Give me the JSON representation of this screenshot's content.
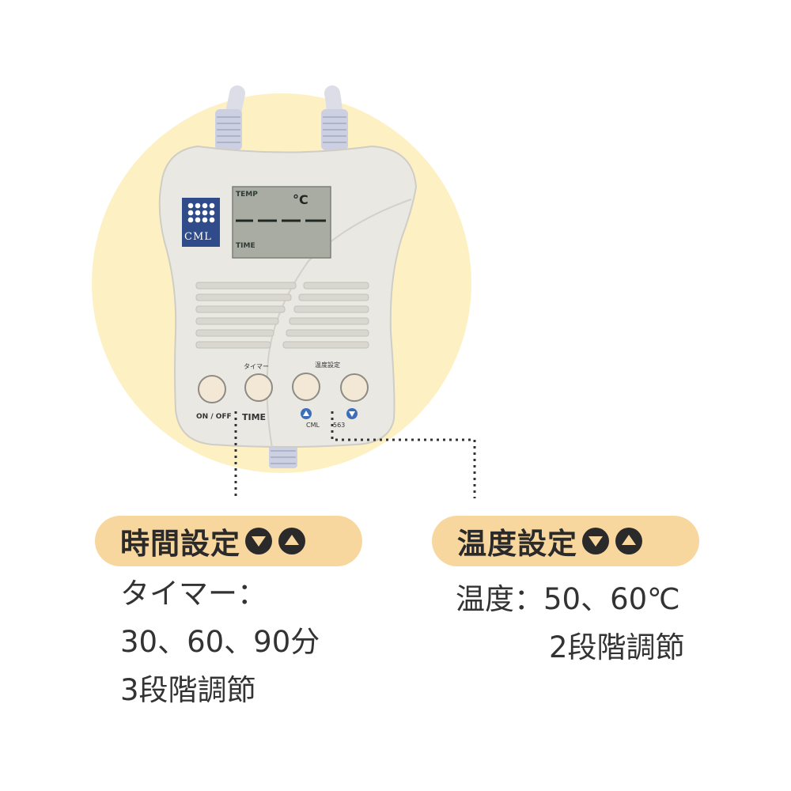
{
  "device": {
    "logo_text": "CML",
    "lcd_temp_label": "TEMP",
    "lcd_time_label": "TIME",
    "lcd_unit": "°C",
    "timer_label": "タイマー",
    "temp_label": "温度設定",
    "on_off_label": "ON / OFF",
    "time_label": "TIME",
    "model_brand": "CML",
    "model_number": "563",
    "colors": {
      "body": "#e9e8e2",
      "logo": "#2f4b8a",
      "lcd": "#a9aca2"
    }
  },
  "callouts": {
    "time_setting": {
      "title": "時間設定",
      "lines": [
        "タイマー：",
        "30、60、90分",
        "3段階調節"
      ],
      "icons": [
        "down-triangle-icon",
        "up-triangle-icon"
      ]
    },
    "temp_setting": {
      "title": "温度設定",
      "lines": [
        "温度：50、60℃",
        "2段階調節"
      ],
      "icons": [
        "down-triangle-icon",
        "up-triangle-icon"
      ]
    },
    "colors": {
      "pill": "#f8d79f",
      "circle": "#fdf1c4"
    }
  }
}
